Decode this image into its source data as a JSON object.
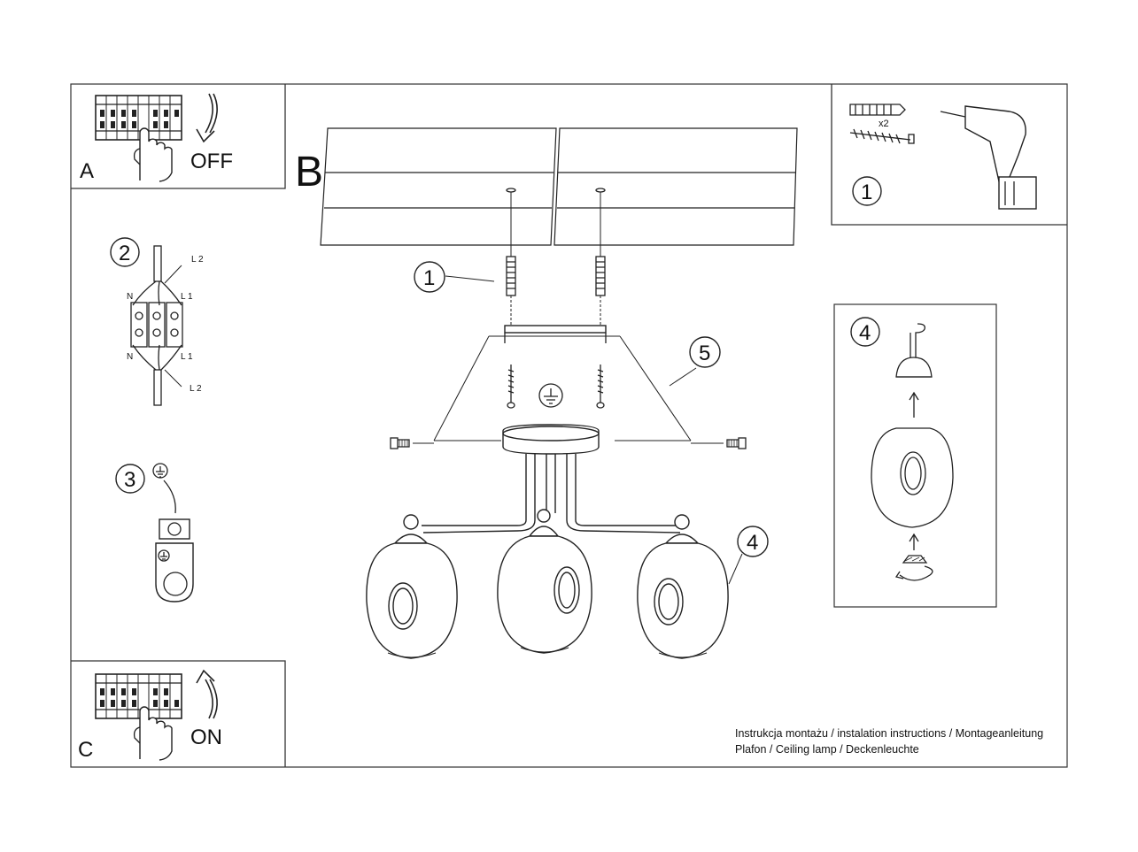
{
  "panels": {
    "a": {
      "letter": "A",
      "action": "OFF"
    },
    "b": {
      "letter": "B"
    },
    "c": {
      "letter": "C",
      "action": "ON"
    }
  },
  "wiring": {
    "step": "2",
    "labels": {
      "l2_top": "L 2",
      "l1_top": "L 1",
      "n_top": "N",
      "n_bottom": "N",
      "l1_bottom": "L 1",
      "l2_bottom": "L 2"
    }
  },
  "ground": {
    "step": "3"
  },
  "tools": {
    "step": "1",
    "quantity": "x2"
  },
  "callouts": {
    "anchor": "1",
    "canopy": "5",
    "shades": "4"
  },
  "shade_detail": {
    "step": "4"
  },
  "footer": {
    "line1": "Instrukcja montażu / instalation instructions / Montageanleitung",
    "line2": "Plafon / Ceiling lamp / Deckenleuchte"
  }
}
